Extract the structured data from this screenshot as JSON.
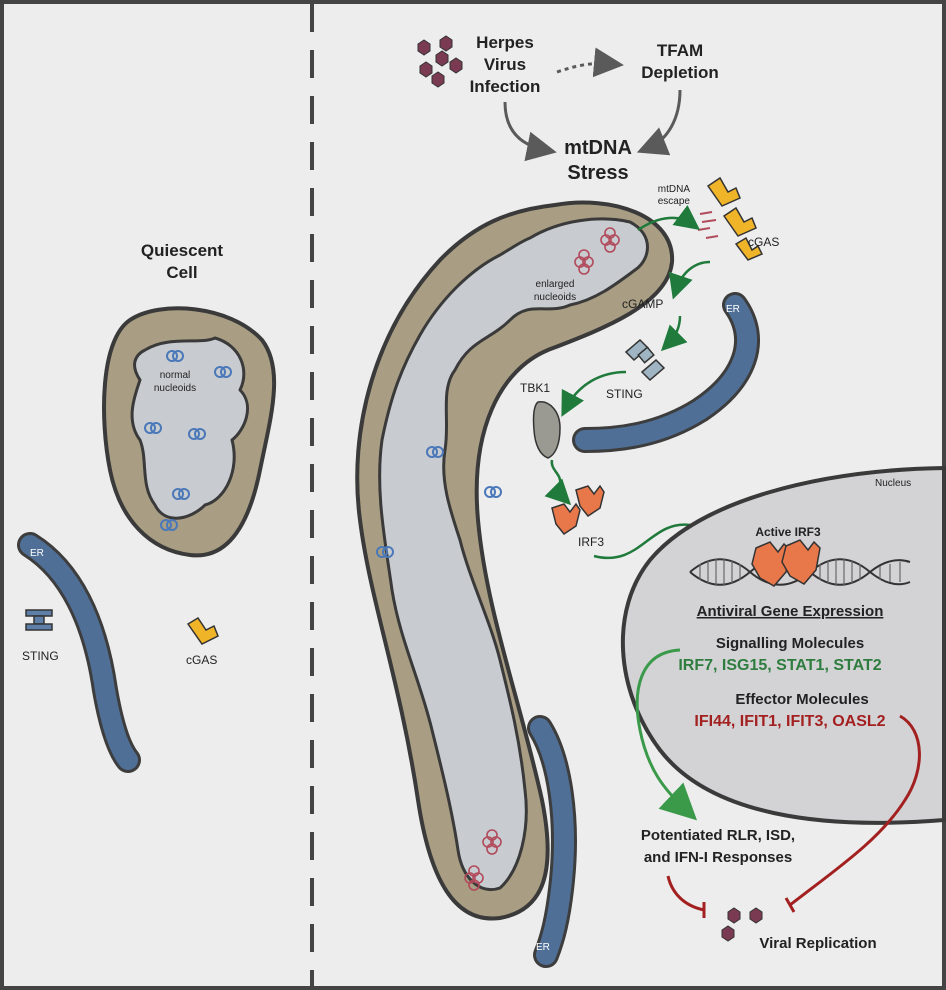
{
  "left_panel": {
    "title": "Quiescent\nCell",
    "title_line1": "Quiescent",
    "title_line2": "Cell",
    "nucleoids_line1": "normal",
    "nucleoids_line2": "nucleoids",
    "er_label": "ER",
    "sting_label": "STING",
    "cgas_label": "cGAS"
  },
  "right_panel": {
    "trigger_virus_line1": "Herpes",
    "trigger_virus_line2": "Virus",
    "trigger_virus_line3": "Infection",
    "trigger_tfam_line1": "TFAM",
    "trigger_tfam_line2": "Depletion",
    "stress_line1": "mtDNA",
    "stress_line2": "Stress",
    "escape_line1": "mtDNA",
    "escape_line2": "escape",
    "cgas_label": "cGAS",
    "cgamp_label": "cGAMP",
    "er_label_top": "ER",
    "er_label_bottom": "ER",
    "sting_label": "STING",
    "tbk1_label": "TBK1",
    "irf3_label": "IRF3",
    "enlarged_line1": "enlarged",
    "enlarged_line2": "nucleoids"
  },
  "nucleus": {
    "label": "Nucleus",
    "active_irf3": "Active IRF3",
    "expression_heading": "Antiviral Gene Expression",
    "signalling_heading": "Signalling Molecules",
    "signalling_genes": "IRF7, ISG15, STAT1, STAT2",
    "effector_heading": "Effector Molecules",
    "effector_genes": "IFI44, IFIT1, IFIT3, OASL2"
  },
  "outcomes": {
    "potentiated_line1": "Potentiated RLR, ISD,",
    "potentiated_line2": "and IFN-I Responses",
    "viral_replication": "Viral Replication"
  },
  "colors": {
    "signalling": "#2e7d3e",
    "effector": "#a32020",
    "mito": "#a99e83",
    "er": "#4f6f96",
    "cgas": "#f0b429",
    "irf3": "#e8784a",
    "virus": "#7a3b52"
  }
}
